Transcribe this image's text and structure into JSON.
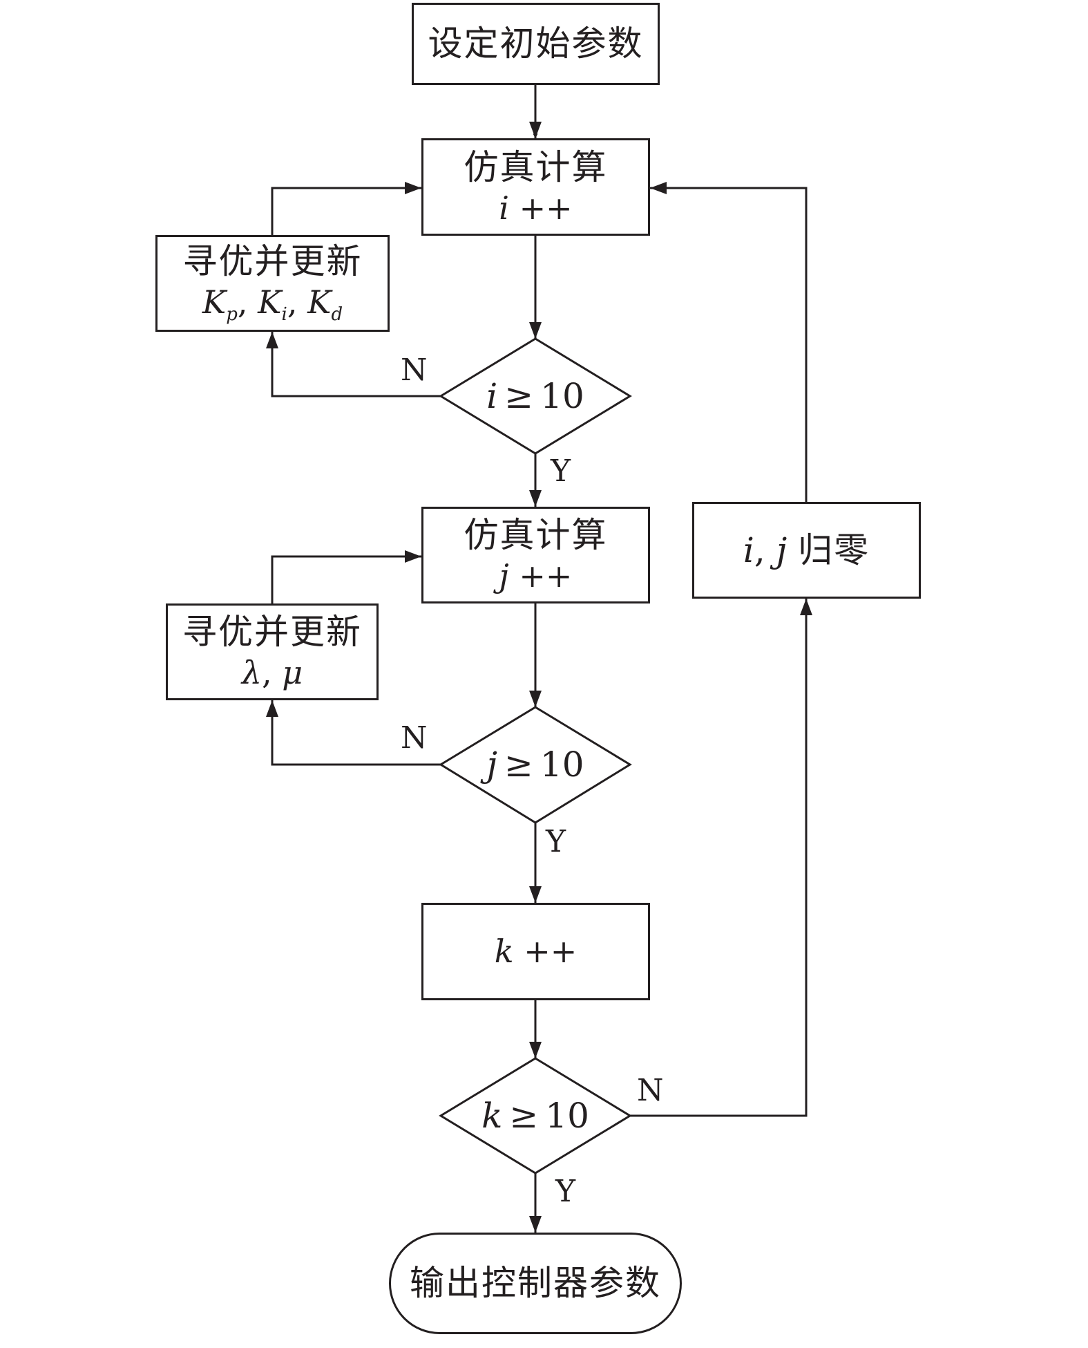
{
  "nodes": {
    "start": {
      "text": "设定初始参数"
    },
    "sim_i": {
      "title": "仿真计算",
      "var": "i",
      "op": "++"
    },
    "update_pid": {
      "title": "寻优并更新",
      "k": "K",
      "k_p": "p",
      "k_i": "i",
      "k_d": "d",
      "sep": ","
    },
    "decision_i": {
      "var": "i",
      "rel": "≥",
      "value": "10"
    },
    "sim_j": {
      "title": "仿真计算",
      "var": "j",
      "op": "++"
    },
    "update_lm": {
      "title": "寻优并更新",
      "lambda": "λ",
      "sep": ",",
      "mu": "μ"
    },
    "decision_j": {
      "var": "j",
      "rel": "≥",
      "value": "10"
    },
    "inc_k": {
      "var": "k",
      "op": "++"
    },
    "decision_k": {
      "var": "k",
      "rel": "≥",
      "value": "10"
    },
    "reset": {
      "var_i": "i",
      "sep": ",",
      "var_j": "j",
      "text": "归零"
    },
    "end": {
      "text": "输出控制器参数"
    }
  },
  "edge_labels": {
    "i_no": "N",
    "i_yes": "Y",
    "j_no": "N",
    "j_yes": "Y",
    "k_no": "N",
    "k_yes": "Y"
  }
}
